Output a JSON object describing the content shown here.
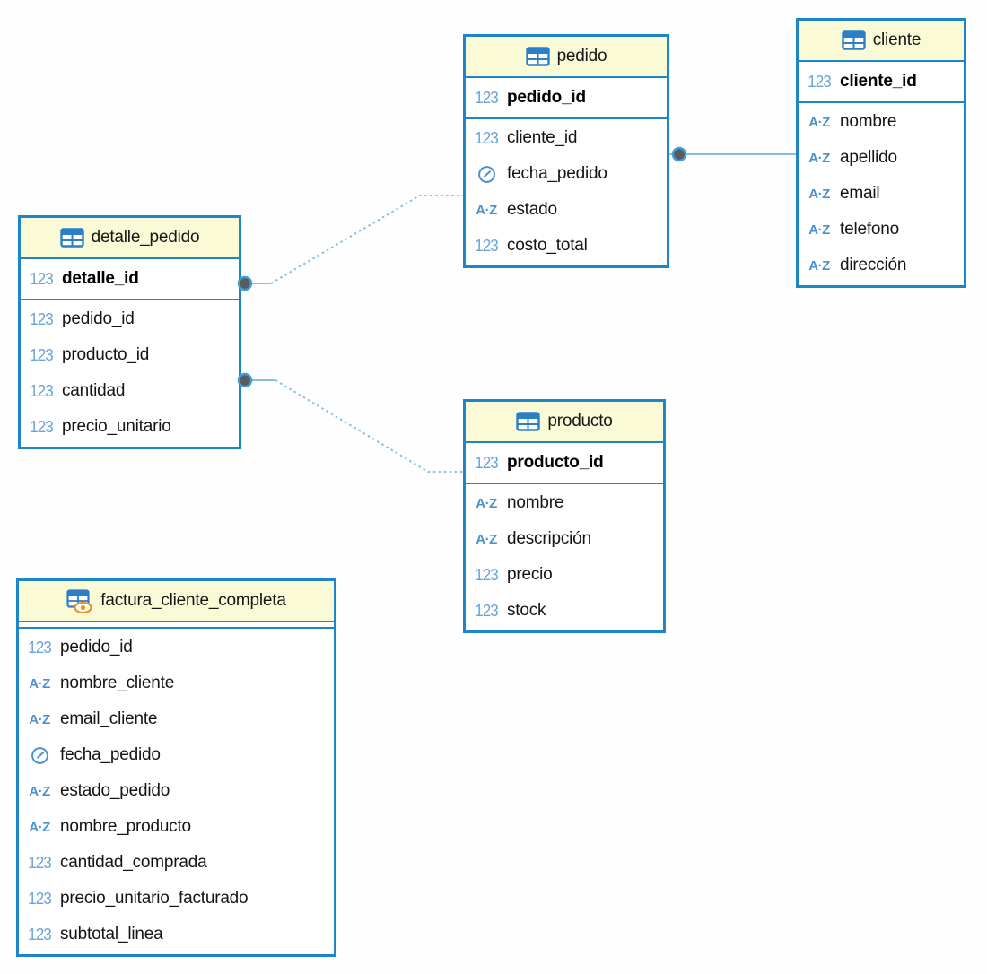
{
  "diagram": {
    "kind_labels": {
      "table": "table",
      "view": "view"
    },
    "type_badges": {
      "number": "123",
      "text": "A·Z",
      "datetime": "clock"
    },
    "entities": [
      {
        "name": "pedido",
        "kind": "table",
        "primary_key": [
          {
            "name": "pedido_id",
            "type": "number"
          }
        ],
        "columns": [
          {
            "name": "cliente_id",
            "type": "number"
          },
          {
            "name": "fecha_pedido",
            "type": "datetime"
          },
          {
            "name": "estado",
            "type": "text"
          },
          {
            "name": "costo_total",
            "type": "number"
          }
        ]
      },
      {
        "name": "cliente",
        "kind": "table",
        "primary_key": [
          {
            "name": "cliente_id",
            "type": "number"
          }
        ],
        "columns": [
          {
            "name": "nombre",
            "type": "text"
          },
          {
            "name": "apellido",
            "type": "text"
          },
          {
            "name": "email",
            "type": "text"
          },
          {
            "name": "telefono",
            "type": "text"
          },
          {
            "name": "dirección",
            "type": "text"
          }
        ]
      },
      {
        "name": "detalle_pedido",
        "kind": "table",
        "primary_key": [
          {
            "name": "detalle_id",
            "type": "number"
          }
        ],
        "columns": [
          {
            "name": "pedido_id",
            "type": "number"
          },
          {
            "name": "producto_id",
            "type": "number"
          },
          {
            "name": "cantidad",
            "type": "number"
          },
          {
            "name": "precio_unitario",
            "type": "number"
          }
        ]
      },
      {
        "name": "producto",
        "kind": "table",
        "primary_key": [
          {
            "name": "producto_id",
            "type": "number"
          }
        ],
        "columns": [
          {
            "name": "nombre",
            "type": "text"
          },
          {
            "name": "descripción",
            "type": "text"
          },
          {
            "name": "precio",
            "type": "number"
          },
          {
            "name": "stock",
            "type": "number"
          }
        ]
      },
      {
        "name": "factura_cliente_completa",
        "kind": "view",
        "primary_key": [],
        "columns": [
          {
            "name": "pedido_id",
            "type": "number"
          },
          {
            "name": "nombre_cliente",
            "type": "text"
          },
          {
            "name": "email_cliente",
            "type": "text"
          },
          {
            "name": "fecha_pedido",
            "type": "datetime"
          },
          {
            "name": "estado_pedido",
            "type": "text"
          },
          {
            "name": "nombre_producto",
            "type": "text"
          },
          {
            "name": "cantidad_comprada",
            "type": "number"
          },
          {
            "name": "precio_unitario_facturado",
            "type": "number"
          },
          {
            "name": "subtotal_linea",
            "type": "number"
          }
        ]
      }
    ],
    "relationships": [
      {
        "from": "pedido",
        "to": "cliente",
        "line_style": "solid"
      },
      {
        "from": "detalle_pedido",
        "to": "pedido",
        "line_style": "dotted"
      },
      {
        "from": "detalle_pedido",
        "to": "producto",
        "line_style": "dotted"
      }
    ],
    "colors": {
      "entity_border": "#1e86c7",
      "header_background": "#fafad6",
      "row_background": "#ffffff",
      "column_text": "#141414",
      "type_icon_blue": "#5b9bd5",
      "view_eye_orange": "#e8941a",
      "connector_line": "#85bfe9",
      "endpoint_dot_fill": "#5b5b5b",
      "endpoint_dot_ring": "#3f9ed8"
    }
  }
}
